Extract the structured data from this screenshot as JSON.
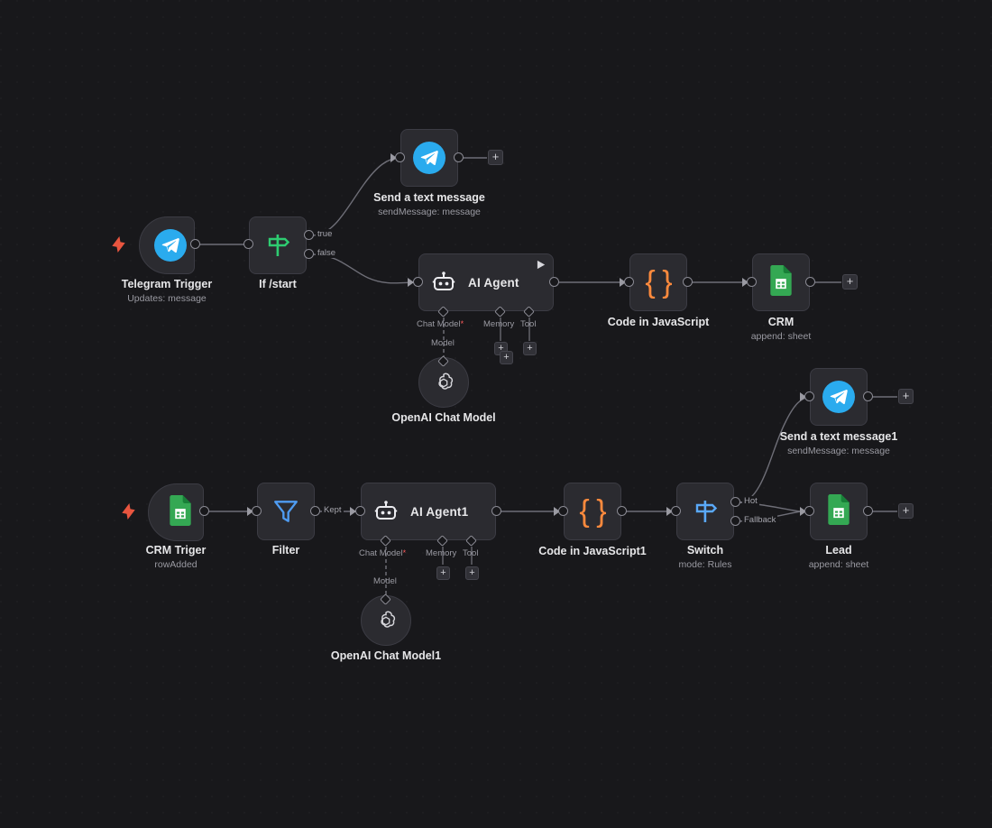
{
  "canvas": {
    "background_color": "#18181b",
    "node_bg": "#2b2b30",
    "node_border": "#3c3c44",
    "edge_color": "#6e6e77",
    "accent_orange": "#ff8a3d",
    "accent_telegram": "#2aabee",
    "accent_sheets": "#34a853",
    "accent_green": "#2ecc71",
    "accent_blue": "#5aa9f8",
    "accent_red": "#ff5c5c"
  },
  "nodes": [
    {
      "id": "telegram-trigger",
      "title": "Telegram Trigger",
      "subtitle": "Updates: message",
      "icon": "telegram-icon",
      "shape": "trigger"
    },
    {
      "id": "if-start",
      "title": "If /start",
      "subtitle": "",
      "icon": "signpost-green-icon",
      "shape": "square"
    },
    {
      "id": "send-a-text-message",
      "title": "Send a text message",
      "subtitle": "sendMessage: message",
      "icon": "telegram-icon",
      "shape": "square"
    },
    {
      "id": "ai-agent",
      "title": "AI Agent",
      "subtitle": "",
      "icon": "robot-icon",
      "shape": "wide"
    },
    {
      "id": "openai-chat-model",
      "title": "OpenAI Chat Model",
      "subtitle": "",
      "icon": "openai-icon",
      "shape": "circle"
    },
    {
      "id": "code-in-javascript",
      "title": "Code in JavaScript",
      "subtitle": "",
      "icon": "code-braces-icon",
      "shape": "square"
    },
    {
      "id": "crm",
      "title": "CRM",
      "subtitle": "append: sheet",
      "icon": "google-sheets-icon",
      "shape": "square"
    },
    {
      "id": "crm-trigger",
      "title": "CRM Triger",
      "subtitle": "rowAdded",
      "icon": "google-sheets-icon",
      "shape": "trigger"
    },
    {
      "id": "filter",
      "title": "Filter",
      "subtitle": "",
      "icon": "funnel-icon",
      "shape": "square"
    },
    {
      "id": "ai-agent-1",
      "title": "AI Agent1",
      "subtitle": "",
      "icon": "robot-icon",
      "shape": "wide"
    },
    {
      "id": "openai-chat-model-1",
      "title": "OpenAI Chat Model1",
      "subtitle": "",
      "icon": "openai-icon",
      "shape": "circle"
    },
    {
      "id": "code-in-javascript-1",
      "title": "Code in JavaScript1",
      "subtitle": "",
      "icon": "code-braces-icon",
      "shape": "square"
    },
    {
      "id": "switch",
      "title": "Switch",
      "subtitle": "mode: Rules",
      "icon": "signpost-blue-icon",
      "shape": "square"
    },
    {
      "id": "send-a-text-message-1",
      "title": "Send a text message1",
      "subtitle": "sendMessage: message",
      "icon": "telegram-icon",
      "shape": "square"
    },
    {
      "id": "lead",
      "title": "Lead",
      "subtitle": "append: sheet",
      "icon": "google-sheets-icon",
      "shape": "square"
    }
  ],
  "edge_labels": {
    "if_true": "true",
    "if_false": "false",
    "filter_kept": "Kept",
    "switch_hot": "Hot",
    "switch_fallback": "Fallback"
  },
  "sub_connectors": {
    "chat_model": "Chat Model",
    "chat_model_required": "*",
    "memory": "Memory",
    "tool": "Tool",
    "model": "Model"
  },
  "buttons": {
    "add": "+"
  }
}
